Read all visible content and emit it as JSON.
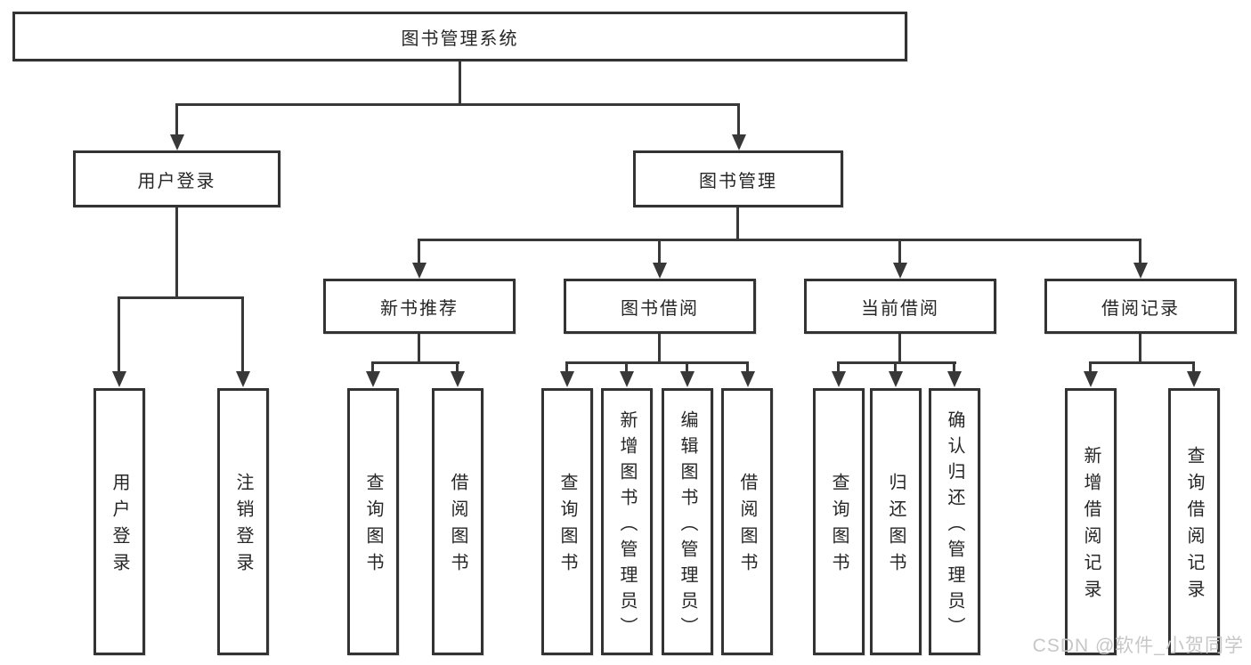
{
  "diagram": {
    "root": {
      "label": "图书管理系统",
      "children": [
        {
          "label": "用户登录",
          "children": [
            {
              "label": "用户登录"
            },
            {
              "label": "注销登录"
            }
          ]
        },
        {
          "label": "图书管理",
          "children": [
            {
              "label": "新书推荐",
              "children": [
                {
                  "label": "查询图书"
                },
                {
                  "label": "借阅图书"
                }
              ]
            },
            {
              "label": "图书借阅",
              "children": [
                {
                  "label": "查询图书"
                },
                {
                  "label": "新增图书（管理员）"
                },
                {
                  "label": "编辑图书（管理员）"
                },
                {
                  "label": "借阅图书"
                }
              ]
            },
            {
              "label": "当前借阅",
              "children": [
                {
                  "label": "查询图书"
                },
                {
                  "label": "归还图书"
                },
                {
                  "label": "确认归还（管理员）"
                }
              ]
            },
            {
              "label": "借阅记录",
              "children": [
                {
                  "label": "新增借阅记录"
                },
                {
                  "label": "查询借阅记录"
                }
              ]
            }
          ]
        }
      ]
    }
  },
  "watermark": {
    "text": "CSDN @软件_小贺同学"
  },
  "colors": {
    "line": "#383838",
    "border": "#333333",
    "text": "#262626",
    "watermark": "#c7c7c7",
    "background": "#ffffff"
  }
}
